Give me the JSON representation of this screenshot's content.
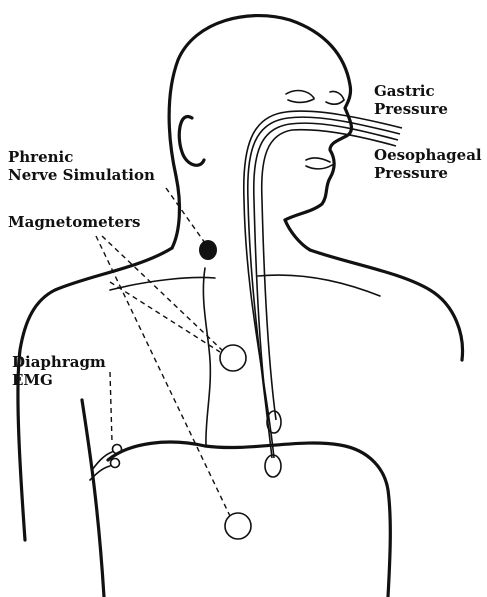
{
  "labels": {
    "gastric": [
      "Gastric",
      "Pressure"
    ],
    "oesophageal": [
      "Oesophageal",
      "Pressure"
    ],
    "phrenic": [
      "Phrenic",
      "Nerve Simulation"
    ],
    "magnetometers": "Magnetometers",
    "diaphragm": [
      "Diaphragm",
      "EMG"
    ]
  }
}
